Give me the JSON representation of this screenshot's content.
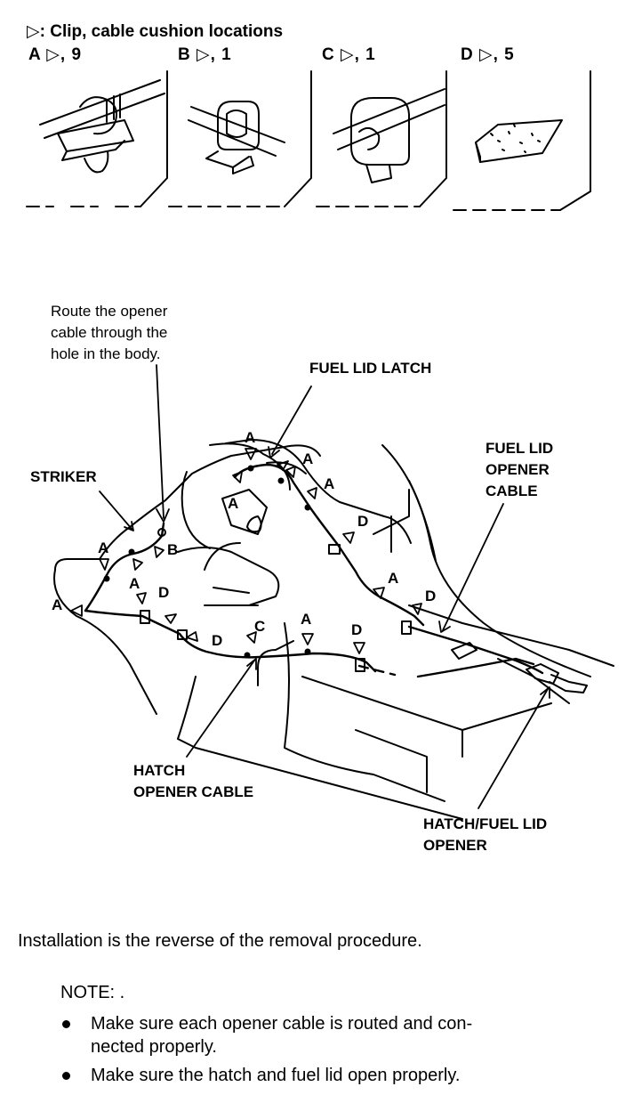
{
  "legend": {
    "header": "▷: Clip, cable cushion locations",
    "clips": [
      {
        "label": "A ▷, 9"
      },
      {
        "label": "B ▷, 1"
      },
      {
        "label": "C ▷, 1"
      },
      {
        "label": "D ▷, 5"
      }
    ]
  },
  "diagram": {
    "callouts": {
      "route_note": "Route the opener cable through the hole in the body.",
      "route_line1": "Route the opener",
      "route_line2": "cable through the",
      "route_line3": "hole in the body.",
      "fuel_lid_latch": "FUEL LID LATCH",
      "striker": "STRIKER",
      "fuel_lid_cable_1": "FUEL LID",
      "fuel_lid_cable_2": "OPENER",
      "fuel_lid_cable_3": "CABLE",
      "hatch_cable_1": "HATCH",
      "hatch_cable_2": "OPENER CABLE",
      "hatch_fuel_opener_1": "HATCH/FUEL LID",
      "hatch_fuel_opener_2": "OPENER"
    },
    "markers": {
      "a": "A",
      "b": "B",
      "c": "C",
      "d": "D"
    }
  },
  "text": {
    "installation": "Installation is the reverse of the removal procedure.",
    "note_heading": "NOTE: .",
    "bullets": [
      "Make sure each opener cable is routed and con-",
      "nected properly.",
      "Make sure the hatch and fuel lid open properly."
    ]
  }
}
